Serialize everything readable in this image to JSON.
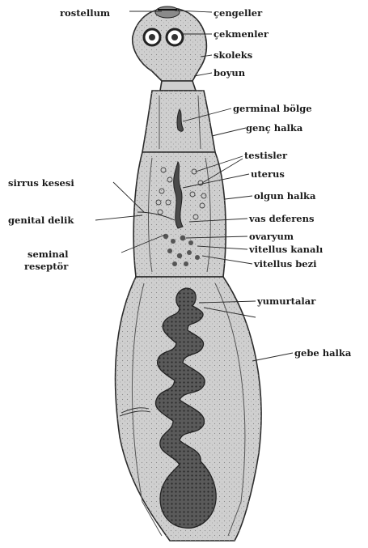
{
  "labels": {
    "rostellum": "rostellum",
    "cengeller": "çengeller",
    "cekmenler": "çekmenler",
    "skoleks": "skoleks",
    "boyun": "boyun",
    "germinal_bolge": "germinal bölge",
    "genc_halka": "genç halka",
    "testisler": "testisler",
    "uterus": "uterus",
    "olgun_halka": "olgun halka",
    "sirrus_kesesi": "sirrus kesesi",
    "genital_delik": "genital delik",
    "vas_deferens": "vas deferens",
    "ovaryum": "ovaryum",
    "seminal_line1": "seminal",
    "seminal_line2": "reseptör",
    "vitellus_kanali": "vitellus kanalı",
    "vitellus_bezi": "vitellus bezi",
    "yumurtalar": "yumurtalar",
    "gebe_halka": "gebe halka"
  }
}
